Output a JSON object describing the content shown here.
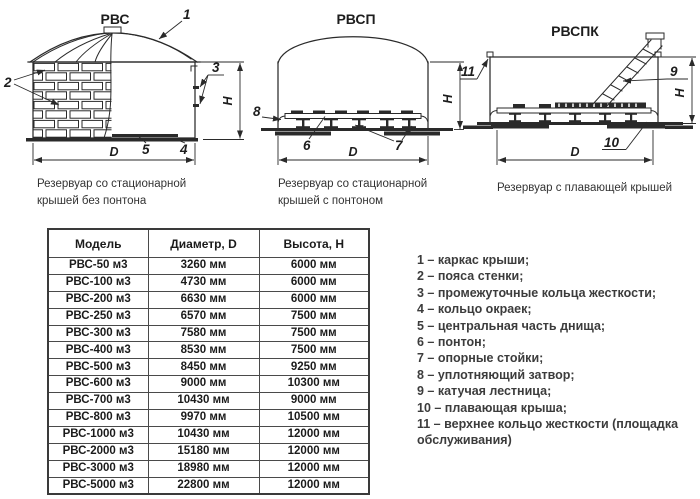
{
  "diagrams": [
    {
      "title": "РВС",
      "caption": "Резервуар со стационарной крышей без понтона",
      "dim_diameter": "D",
      "dim_height": "H",
      "callouts": {
        "c1": "1",
        "c2": "2",
        "c3": "3",
        "c4": "4",
        "c5": "5"
      }
    },
    {
      "title": "РВСП",
      "caption": "Резервуар со стационарной крышей с понтоном",
      "dim_diameter": "D",
      "dim_height": "H",
      "callouts": {
        "c6": "6",
        "c7": "7",
        "c8": "8"
      }
    },
    {
      "title": "РВСПК",
      "caption": "Резервуар с плавающей крышей",
      "dim_diameter": "D",
      "dim_height": "H",
      "callouts": {
        "c9": "9",
        "c10": "10",
        "c11": "11"
      }
    }
  ],
  "table": {
    "headers": [
      "Модель",
      "Диаметр, D",
      "Высота, Н"
    ],
    "rows": [
      [
        "РВС-50 м3",
        "3260 мм",
        "6000 мм"
      ],
      [
        "РВС-100 м3",
        "4730 мм",
        "6000 мм"
      ],
      [
        "РВС-200 м3",
        "6630 мм",
        "6000 мм"
      ],
      [
        "РВС-250 м3",
        "6570 мм",
        "7500 мм"
      ],
      [
        "РВС-300 м3",
        "7580 мм",
        "7500 мм"
      ],
      [
        "РВС-400 м3",
        "8530 мм",
        "7500 мм"
      ],
      [
        "РВС-500 м3",
        "8450 мм",
        "9250 мм"
      ],
      [
        "РВС-600 м3",
        "9000 мм",
        "10300 мм"
      ],
      [
        "РВС-700 м3",
        "10430 мм",
        "9000 мм"
      ],
      [
        "РВС-800 м3",
        "9970 мм",
        "10500 мм"
      ],
      [
        "РВС-1000 м3",
        "10430 мм",
        "12000 мм"
      ],
      [
        "РВС-2000 м3",
        "15180 мм",
        "12000 мм"
      ],
      [
        "РВС-3000 м3",
        "18980 мм",
        "12000 мм"
      ],
      [
        "РВС-5000 м3",
        "22800 мм",
        "12000 мм"
      ]
    ]
  },
  "legend": {
    "items": [
      "1 – каркас крыши;",
      "2 – пояса стенки;",
      "3 – промежуточные кольца жесткости;",
      "4 – кольцо окраек;",
      "5 – центральная часть днища;",
      "6 – понтон;",
      "7 – опорные стойки;",
      "8 – уплотняющий затвор;",
      "9 – катучая лестница;",
      "10 – плавающая крыша;",
      "11 – верхнее кольцо жесткости (площадка обслуживания)"
    ]
  },
  "colors": {
    "line": "#2a2a2a",
    "text": "#1d1d1d",
    "background": "#ffffff"
  }
}
